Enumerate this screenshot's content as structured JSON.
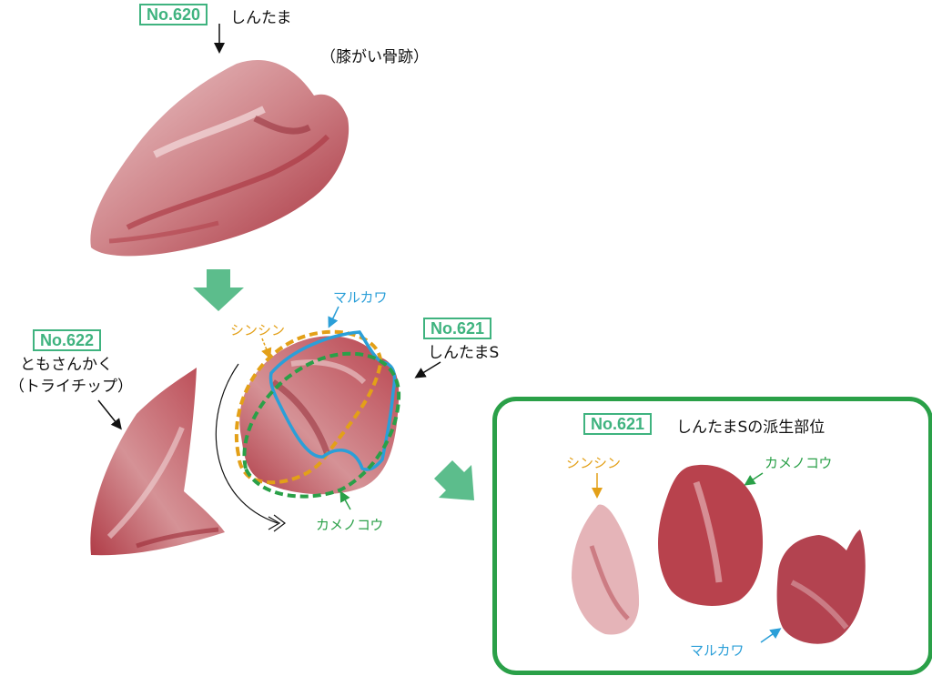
{
  "top_item": {
    "code": "No.620",
    "name": "しんたま",
    "note": "（膝がい骨跡）"
  },
  "left_item": {
    "code": "No.622",
    "name_line1": "ともさんかく",
    "name_line2": "（トライチップ）"
  },
  "right_item": {
    "code": "No.621",
    "name": "しんたまS"
  },
  "center_labels": {
    "marukawa": "マルカワ",
    "shinshin": "シンシン",
    "kamenokou": "カメノコウ"
  },
  "panel": {
    "code": "No.621",
    "title": "しんたまSの派生部位",
    "shinshin": "シンシン",
    "kamenokou": "カメノコウ",
    "marukawa": "マルカワ"
  },
  "colors": {
    "code_green": "#3fb37f",
    "arrow_green": "#5cbd8c",
    "panel_border": "#2aa048",
    "marukawa_blue": "#2b9fd8",
    "shinshin_orange": "#e3a018",
    "kamenokou_green": "#2aa048",
    "meat_light": "#e8c2c4",
    "meat_mid": "#c9767c",
    "meat_dark": "#a8323e"
  }
}
